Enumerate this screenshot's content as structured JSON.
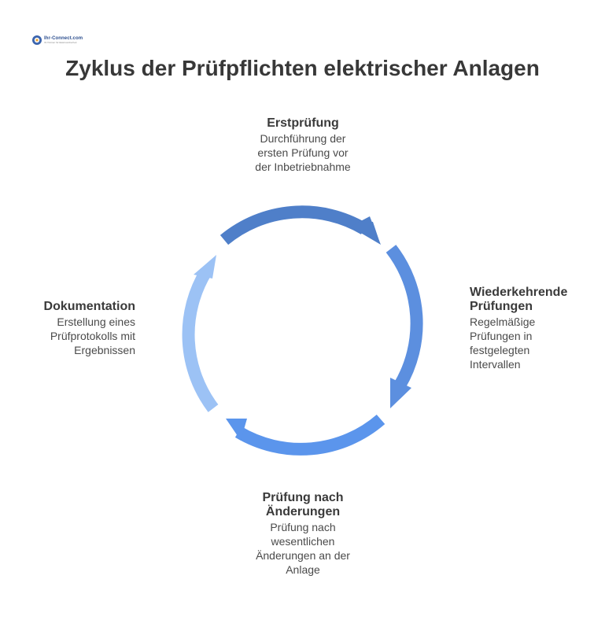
{
  "logo": {
    "name": "Ihr-Connect.com",
    "tagline": "Ihr Partner für Elektrosicherheit"
  },
  "title": "Zyklus der Prüfpflichten elektrischer Anlagen",
  "stages": {
    "top": {
      "title": "Erstprüfung",
      "desc": [
        "Durchführung der",
        "ersten Prüfung vor",
        "der Inbetriebnahme"
      ]
    },
    "right": {
      "title": [
        "Wiederkehrende",
        "Prüfungen"
      ],
      "desc": [
        "Regelmäßige",
        "Prüfungen in",
        "festgelegten",
        "Intervallen"
      ]
    },
    "bottom": {
      "title": [
        "Prüfung nach",
        "Änderungen"
      ],
      "desc": [
        "Prüfung nach",
        "wesentlichen",
        "Änderungen an der",
        "Anlage"
      ]
    },
    "left": {
      "title": "Dokumentation",
      "desc": [
        "Erstellung eines",
        "Prüfprotokolls mit",
        "Ergebnissen"
      ]
    }
  },
  "colors": {
    "arc_top": "#4f7fc9",
    "arc_right": "#5c8fdf",
    "arc_bottom": "#5b95ec",
    "arc_left": "#9cc2f5",
    "text": "#3a3a3a"
  },
  "icons": {
    "logo": "globe-logo-icon",
    "arrowhead": "arrowhead-icon"
  }
}
